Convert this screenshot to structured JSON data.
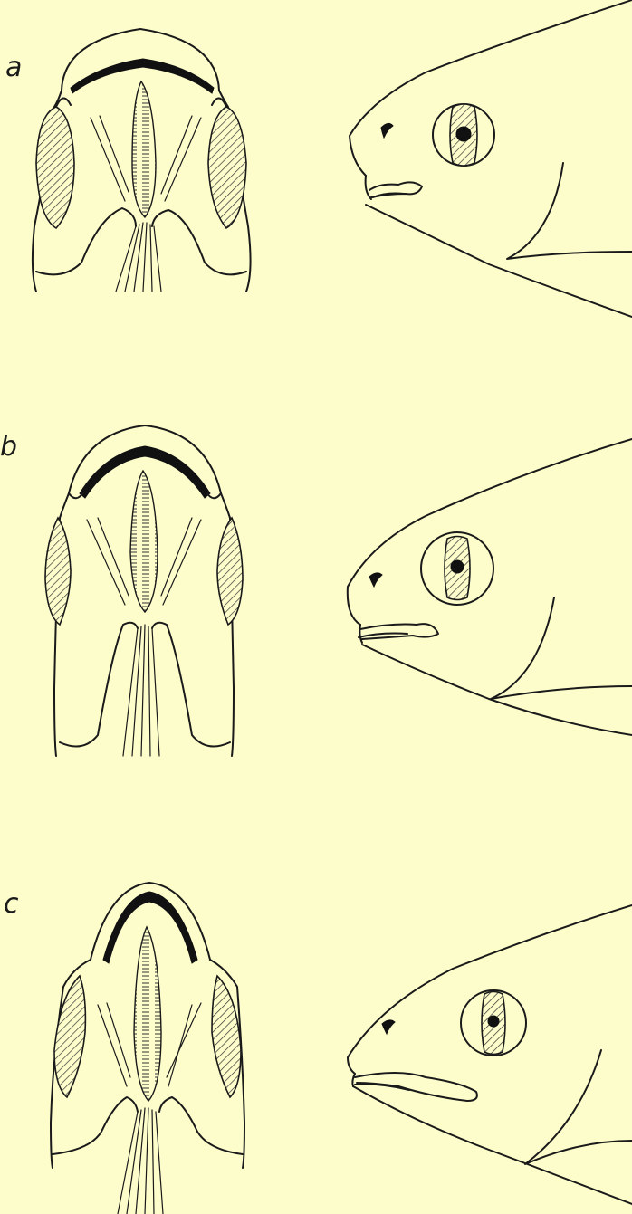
{
  "colors": {
    "background": "#fdfccb",
    "ink": "#1a1a1a"
  },
  "panels": [
    {
      "label": "a"
    },
    {
      "label": "b"
    },
    {
      "label": "c"
    }
  ]
}
